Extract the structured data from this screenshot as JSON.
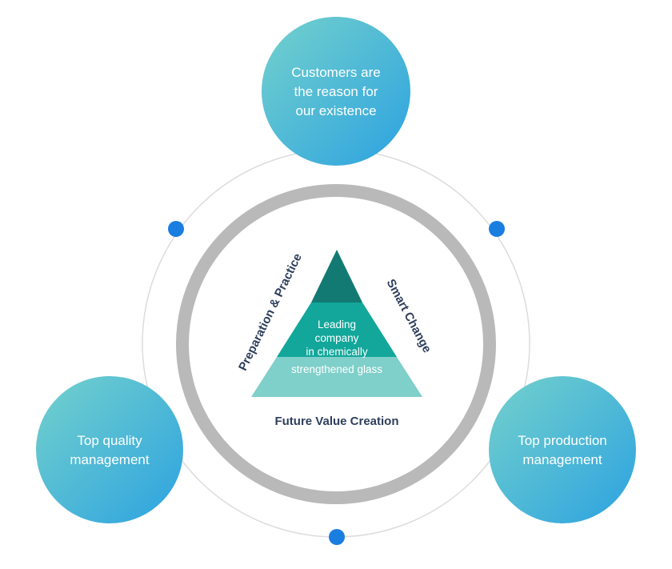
{
  "colors": {
    "bubble_start": "#6fcfcf",
    "bubble_end": "#2fa4de",
    "ring_gray": "#b9b9b9",
    "thin_ring": "#d8d8d8",
    "dot_blue": "#1a7ee0",
    "tri_top": "#137a73",
    "tri_middle": "#12a79a",
    "tri_bottom": "#7fcfca",
    "navy_text": "#2e3f5c"
  },
  "bubbles": {
    "top": [
      "Customers are",
      "the reason for",
      "our existence"
    ],
    "left": [
      "Top quality",
      "management"
    ],
    "right": [
      "Top production",
      "management"
    ]
  },
  "pyramid": {
    "middle_lines": [
      "Leading",
      "company",
      "in chemically"
    ],
    "bottom_line": "strengthened glass",
    "left_label": "Preparation & Practice",
    "right_label": "Smart Change",
    "base_label": "Future Value Creation"
  }
}
